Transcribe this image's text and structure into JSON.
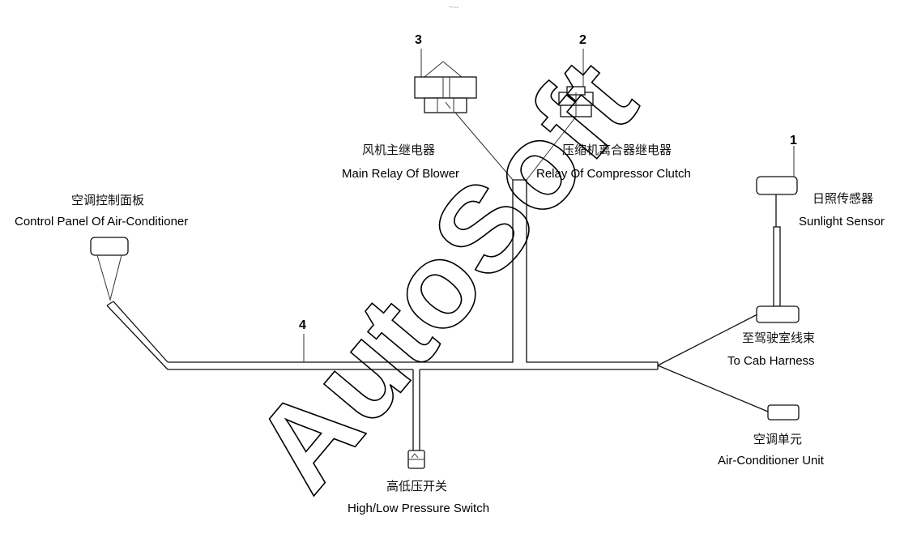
{
  "diagram": {
    "watermark": "AutoSoft",
    "top_mark": "~--",
    "components": [
      {
        "id": "1",
        "cn": "日照传感器",
        "en": "Sunlight Sensor"
      },
      {
        "id": "2",
        "cn": "压缩机离合器继电器",
        "en": "Relay Of Compressor Clutch"
      },
      {
        "id": "3",
        "cn": "风机主继电器",
        "en": "Main Relay Of Blower"
      },
      {
        "id": "4",
        "cn": "",
        "en": ""
      }
    ],
    "labels": {
      "control_panel": {
        "cn": "空调控制面板",
        "en": "Control Panel Of Air-Conditioner"
      },
      "cab_harness": {
        "cn": "至驾驶室线束",
        "en": "To Cab Harness"
      },
      "ac_unit": {
        "cn": "空调单元",
        "en": "Air-Conditioner Unit"
      },
      "pressure_switch": {
        "cn": "高低压开关",
        "en": "High/Low Pressure Switch"
      }
    }
  }
}
